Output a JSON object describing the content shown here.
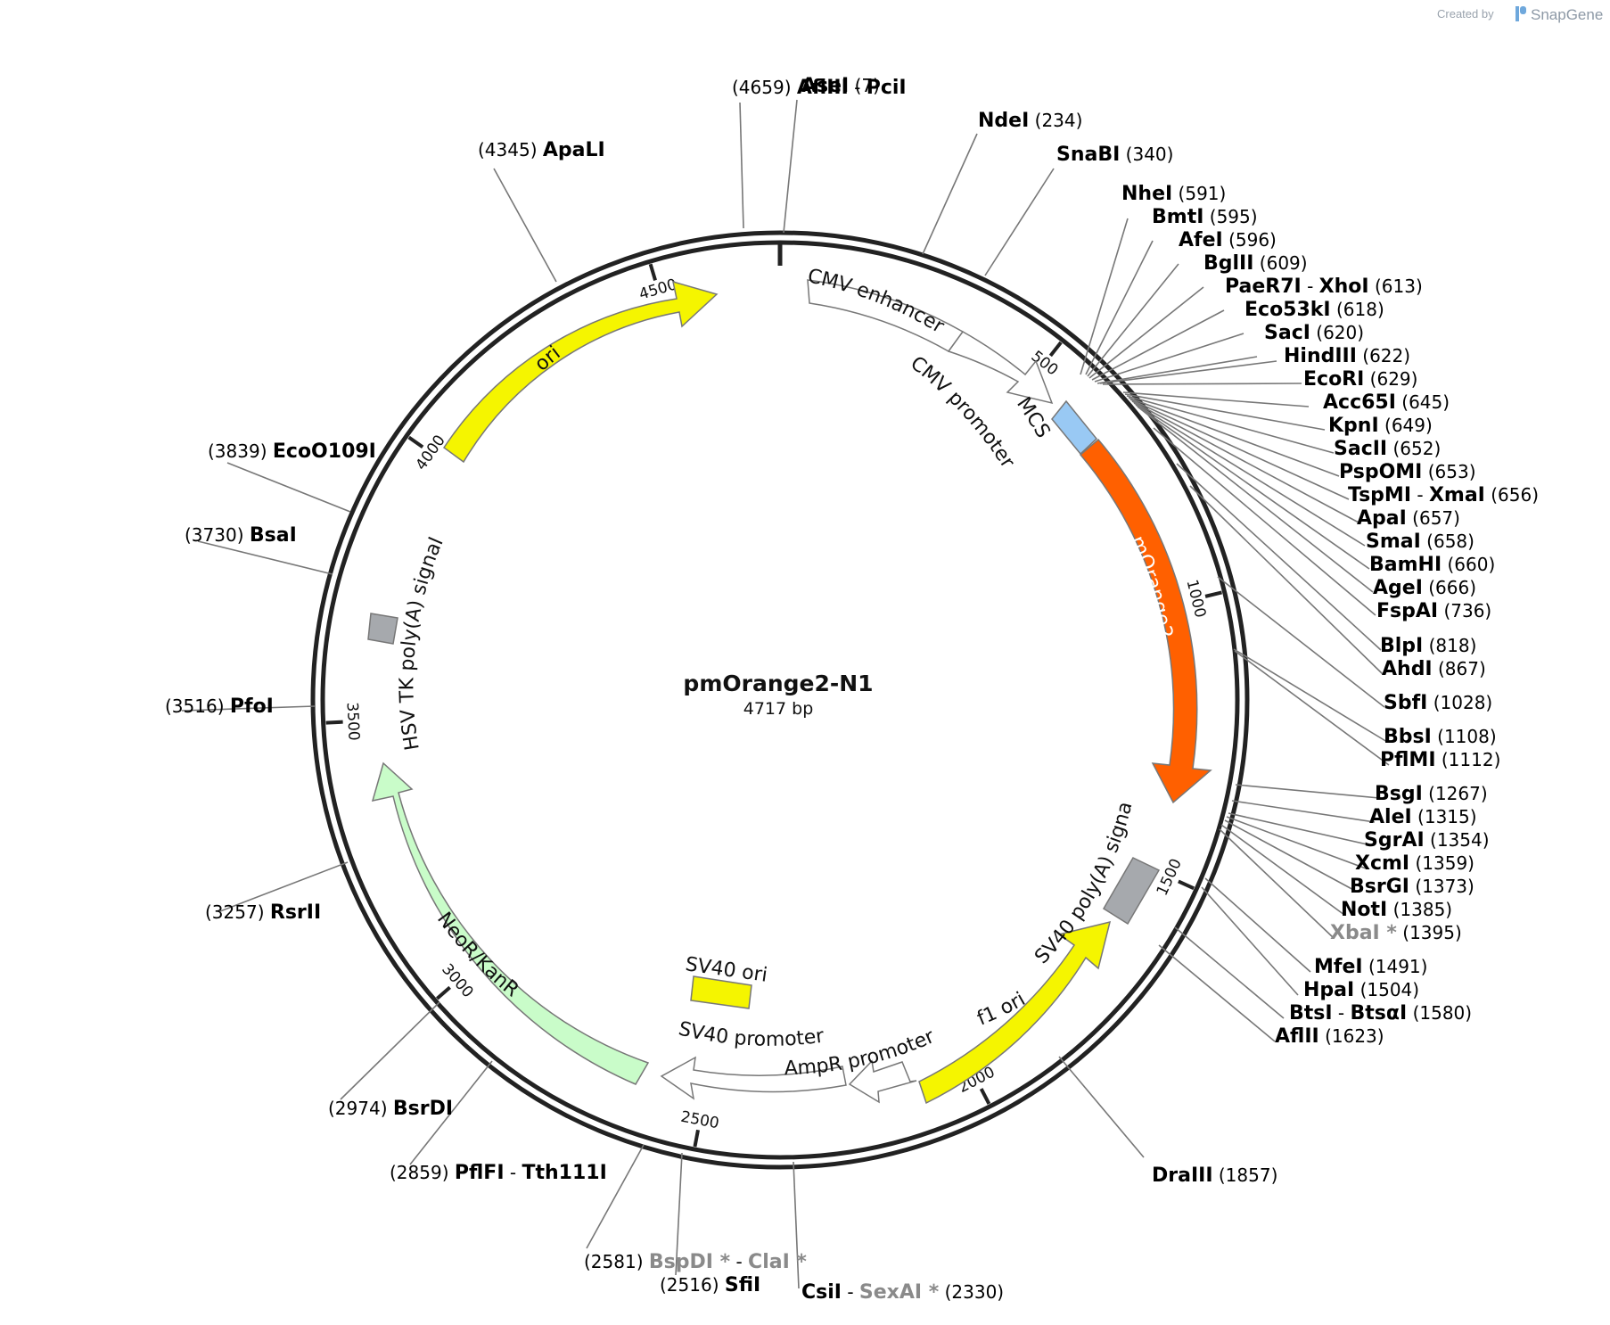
{
  "plasmid": {
    "name": "pmOrange2-N1",
    "length_label": "4717 bp",
    "length": 4717
  },
  "credit": {
    "created_by": "Created by",
    "brand": "SnapGene"
  },
  "ticks": [
    {
      "pos": 500,
      "label": "500"
    },
    {
      "pos": 1000,
      "label": "1000"
    },
    {
      "pos": 1500,
      "label": "1500"
    },
    {
      "pos": 2000,
      "label": "2000"
    },
    {
      "pos": 2500,
      "label": "2500"
    },
    {
      "pos": 3000,
      "label": "3000"
    },
    {
      "pos": 3500,
      "label": "3500"
    },
    {
      "pos": 4000,
      "label": "4000"
    },
    {
      "pos": 4500,
      "label": "4500"
    }
  ],
  "features": [
    {
      "name": "CMV enhancer",
      "kind": "arrow-cw",
      "start": 61,
      "end": 440,
      "color": "#ffffff"
    },
    {
      "name": "CMV promoter",
      "kind": "arrow-cw",
      "start": 440,
      "end": 644,
      "color": "#ffffff"
    },
    {
      "name": "MCS",
      "kind": "box",
      "start": 591,
      "end": 666,
      "color": "#99c9f4"
    },
    {
      "name": "mOrange2",
      "kind": "arrow-cw",
      "start": 679,
      "end": 1387,
      "color": "#ff6000"
    },
    {
      "name": "SV40 poly(A) signal",
      "kind": "box",
      "start": 1513,
      "end": 1634,
      "color": "#a6a9ad"
    },
    {
      "name": "f1 ori",
      "kind": "arrow-ccw",
      "start": 1681,
      "end": 2136,
      "color": "#f5f500"
    },
    {
      "name": "AmpR promoter",
      "kind": "arrow-cw",
      "start": 2163,
      "end": 2267,
      "color": "#ffffff"
    },
    {
      "name": "SV40 promoter",
      "kind": "arrow-cw",
      "start": 2268,
      "end": 2598,
      "color": "#ffffff"
    },
    {
      "name": "SV40 ori",
      "kind": "box",
      "start": 2449,
      "end": 2584,
      "color": "#f5f500"
    },
    {
      "name": "NeoR/KanR",
      "kind": "arrow-cw",
      "start": 2646,
      "end": 3440,
      "color": "#c9fcc9"
    },
    {
      "name": "HSV TK poly(A) signal",
      "kind": "box",
      "start": 3676,
      "end": 3723,
      "color": "#a6a9ad"
    },
    {
      "name": "ori",
      "kind": "arrow-cw",
      "start": 4051,
      "end": 4639,
      "color": "#f5f500"
    }
  ],
  "sites": [
    {
      "name": "AseI",
      "pos": "(7)"
    },
    {
      "name": "NdeI",
      "pos": "(234)"
    },
    {
      "name": "SnaBI",
      "pos": "(340)"
    },
    {
      "name": "NheI",
      "pos": "(591)"
    },
    {
      "name": "BmtI",
      "pos": "(595)"
    },
    {
      "name": "AfeI",
      "pos": "(596)"
    },
    {
      "name": "BglII",
      "pos": "(609)"
    },
    {
      "name": "PaeR7I",
      "name2": "XhoI",
      "pos": "(613)"
    },
    {
      "name": "Eco53kI",
      "pos": "(618)"
    },
    {
      "name": "SacI",
      "pos": "(620)"
    },
    {
      "name": "HindIII",
      "pos": "(622)"
    },
    {
      "name": "EcoRI",
      "pos": "(629)"
    },
    {
      "name": "Acc65I",
      "pos": "(645)"
    },
    {
      "name": "KpnI",
      "pos": "(649)"
    },
    {
      "name": "SacII",
      "pos": "(652)"
    },
    {
      "name": "PspOMI",
      "pos": "(653)"
    },
    {
      "name": "TspMI",
      "name2": "XmaI",
      "pos": "(656)"
    },
    {
      "name": "ApaI",
      "pos": "(657)"
    },
    {
      "name": "SmaI",
      "pos": "(658)"
    },
    {
      "name": "BamHI",
      "pos": "(660)"
    },
    {
      "name": "AgeI",
      "pos": "(666)"
    },
    {
      "name": "FspAI",
      "pos": "(736)"
    },
    {
      "name": "BlpI",
      "pos": "(818)"
    },
    {
      "name": "AhdI",
      "pos": "(867)"
    },
    {
      "name": "SbfI",
      "pos": "(1028)"
    },
    {
      "name": "BbsI",
      "pos": "(1108)"
    },
    {
      "name": "PflMI",
      "pos": "(1112)"
    },
    {
      "name": "BsgI",
      "pos": "(1267)"
    },
    {
      "name": "AleI",
      "pos": "(1315)"
    },
    {
      "name": "SgrAI",
      "pos": "(1354)"
    },
    {
      "name": "XcmI",
      "pos": "(1359)"
    },
    {
      "name": "BsrGI",
      "pos": "(1373)"
    },
    {
      "name": "NotI",
      "pos": "(1385)"
    },
    {
      "name": "XbaI *",
      "pos": "(1395)",
      "muted": true
    },
    {
      "name": "MfeI",
      "pos": "(1491)"
    },
    {
      "name": "HpaI",
      "pos": "(1504)"
    },
    {
      "name": "BtsI",
      "name2": "BtsαI",
      "pos": "(1580)"
    },
    {
      "name": "AflII",
      "pos": "(1623)"
    },
    {
      "name": "DraIII",
      "pos": "(1857)"
    },
    {
      "name": "CsiI",
      "name2": "SexAI *",
      "name2_muted": true,
      "pos": "(2330)"
    },
    {
      "name": "SfiI",
      "pos": "(2516)"
    },
    {
      "name": "BspDI *",
      "name2": "ClaI *",
      "muted": true,
      "name2_muted": true,
      "pos": "(2581)"
    },
    {
      "name": "PflFI",
      "name2": "Tth111I",
      "pos": "(2859)"
    },
    {
      "name": "BsrDI",
      "pos": "(2974)"
    },
    {
      "name": "RsrII",
      "pos": "(3257)"
    },
    {
      "name": "PfoI",
      "pos": "(3516)"
    },
    {
      "name": "BsaI",
      "pos": "(3730)"
    },
    {
      "name": "EcoO109I",
      "pos": "(3839)"
    },
    {
      "name": "ApaLI",
      "pos": "(4345)"
    },
    {
      "name": "AflIII",
      "name2": "PciI",
      "pos": "(4659)"
    }
  ]
}
